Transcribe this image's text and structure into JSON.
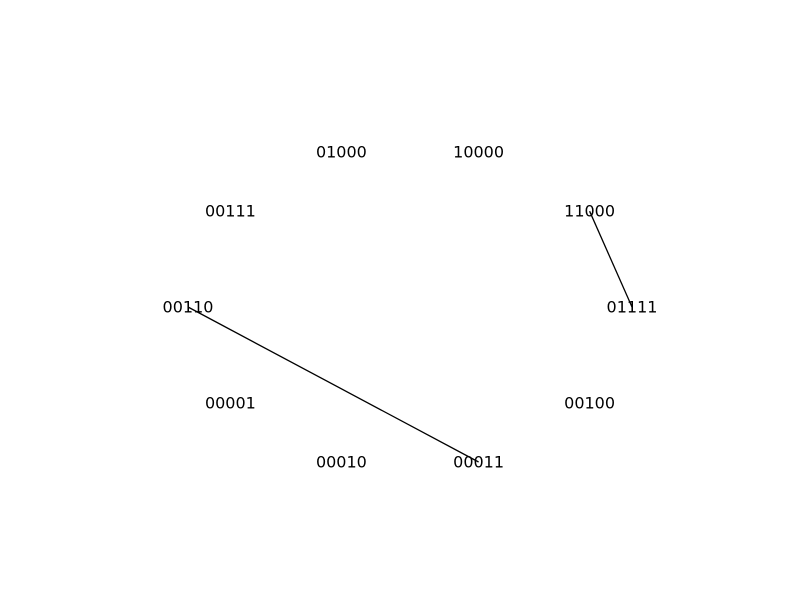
{
  "diagram": {
    "type": "graph",
    "layout": "circular",
    "background_color": "#ffffff",
    "text_color": "#000000",
    "edge_color": "#000000",
    "nodes": [
      {
        "id": "n0",
        "label": "10000"
      },
      {
        "id": "n1",
        "label": "11000"
      },
      {
        "id": "n2",
        "label": "01111"
      },
      {
        "id": "n3",
        "label": "00100"
      },
      {
        "id": "n4",
        "label": "00011"
      },
      {
        "id": "n5",
        "label": "00010"
      },
      {
        "id": "n6",
        "label": "00001"
      },
      {
        "id": "n7",
        "label": "00110"
      },
      {
        "id": "n8",
        "label": "00111"
      },
      {
        "id": "n9",
        "label": "01000"
      }
    ],
    "edges": [
      {
        "source": "n1",
        "target": "n2"
      },
      {
        "source": "n7",
        "target": "n4"
      }
    ]
  }
}
